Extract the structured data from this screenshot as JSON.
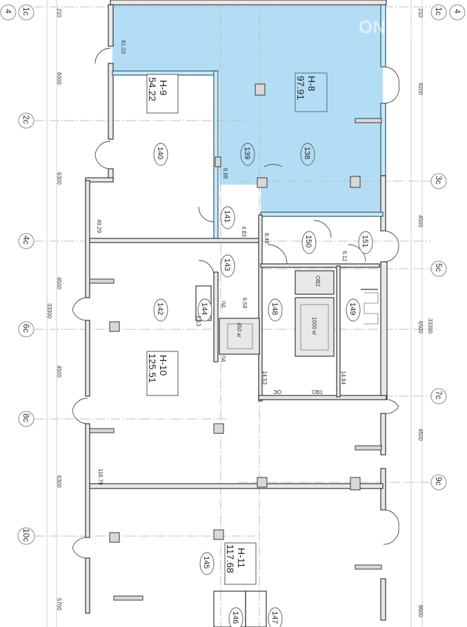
{
  "colors": {
    "highlight": "#b3ddf4",
    "wall": "#333333",
    "grid": "#bdbdbd"
  },
  "watermark": "ONREALT",
  "axes_left": [
    "4",
    "1c",
    "2c",
    "4c",
    "6c",
    "8c",
    "10c"
  ],
  "axes_right": [
    "1c",
    "4",
    "3c",
    "5c",
    "7c",
    "9c"
  ],
  "dims_left": [
    "210",
    "6000",
    "6300",
    "4500",
    "33300",
    "4500",
    "6300",
    "5700"
  ],
  "dims_right": [
    "210",
    "9200",
    "4500",
    "33300",
    "6500",
    "4500",
    "8600"
  ],
  "units": [
    {
      "id": "Н-8",
      "area": "97.91"
    },
    {
      "id": "Н-9",
      "area": "54.22"
    },
    {
      "id": "Н-10",
      "area": "125.51"
    },
    {
      "id": "Н-11",
      "area": "117.68"
    }
  ],
  "rooms": [
    "138",
    "139",
    "140",
    "141",
    "142",
    "143",
    "144",
    "145",
    "146",
    "147",
    "148",
    "149",
    "150",
    "151"
  ],
  "room_areas": [
    "91.03",
    "6.88",
    "49.29",
    "4.83",
    "8.48",
    "6.12",
    "6.59",
    "2.13",
    "14.53",
    "14.84",
    "116.79"
  ],
  "equipment": {
    "lift_small": "450 кг",
    "lift_large": "1000 кг",
    "shaft_1": "ОВ2",
    "shaft_2": "ОВ1",
    "shaft_3": "ЭО",
    "shaft_4": "пд",
    "shaft_5": "пд"
  }
}
